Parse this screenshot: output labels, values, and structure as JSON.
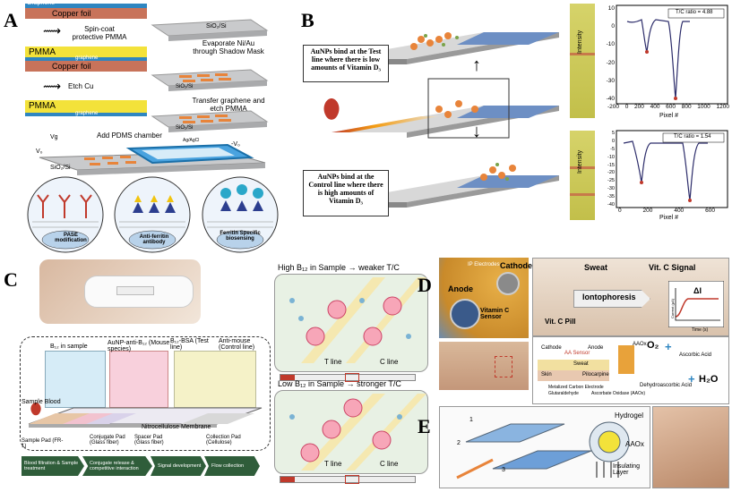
{
  "panels": {
    "A": {
      "letter": "A",
      "layers": {
        "graphene_top": "Graphene",
        "copper_foil_1": "Copper foil",
        "pmma_1": "PMMA",
        "graphene_mid": "graphene",
        "copper_foil_2": "Copper foil",
        "pmma_2": "PMMA",
        "graphene_bottom": "graphene",
        "sio2_a": "SiO₂/Si",
        "sio2_b": "SiO₂/Si",
        "sio2_c": "SiO₂/Si",
        "sio2_d": "SiO₂/Si"
      },
      "steps": {
        "spin_coat": "Spin-coat protective PMMA",
        "etch_cu": "Etch Cu",
        "evaporate": "Evaporate Ni/Au through Shadow Mask",
        "transfer": "Transfer graphene and etch PMMA",
        "pdms": "Add PDMS chamber",
        "vg": "Vg",
        "vminus": "-V₀",
        "vplus": "V₀",
        "agcl": "Ag/AgCl"
      },
      "circles": [
        "PASE modification",
        "Anti-ferritin antibody",
        "Ferritin Specific biosensing"
      ]
    },
    "B": {
      "letter": "B",
      "text_low": "AuNPs bind at the Test line where there is low amounts of Vitamin D₃",
      "text_high": "AuNPs bind at the Control line where there is high amounts of Vitamin D₃",
      "plot1": {
        "legend": "T/C ratio = 4.88",
        "ylabel": "Intensity",
        "xlabel": "Pixel #",
        "yticks": [
          "10",
          "0",
          "-10",
          "-20",
          "-30",
          "-40"
        ],
        "xticks": [
          "-200",
          "0",
          "200",
          "400",
          "600",
          "800",
          "1000",
          "1200"
        ]
      },
      "plot2": {
        "legend": "T/C ratio = 1.54",
        "ylabel": "Intensity",
        "xlabel": "Pixel #",
        "yticks": [
          "5",
          "0",
          "-5",
          "-10",
          "-15",
          "-20",
          "-25",
          "-30",
          "-35",
          "-40"
        ],
        "xticks": [
          "0",
          "200",
          "400",
          "600"
        ]
      }
    },
    "C": {
      "letter": "C",
      "labels": {
        "b12_sample": "B₁₂ in sample",
        "aunp_anti": "AuNP-anti-B₁₂ (Mouse species)",
        "b12_bsa": "B₁₂-BSA (Test line)",
        "anti_mouse": "Anti-mouse (Control line)",
        "sample_blood": "Sample Blood",
        "nitro": "Nitrocellulose Membrane",
        "sample_pad": "Sample Pad (FR-1)",
        "conjugate_pad": "Conjugate Pad (Glass fiber)",
        "spacer_pad": "Spacer Pad (Glass fiber)",
        "collection_pad": "Collection Pad (Cellulose)"
      },
      "steps": [
        "Blood filtration & Sample treatment",
        "Conjugate release & competitive interaction",
        "Signal development",
        "Flow collection"
      ],
      "high_title": "High B₁₂ in Sample → weaker T/C",
      "low_title": "Low B₁₂ in Sample → stronger T/C",
      "t_line": "T line",
      "c_line": "C line"
    },
    "D": {
      "letter": "D",
      "labels": {
        "ip_electrodes": "IP Electrodes",
        "cathode": "Cathode",
        "anode": "Anode",
        "vitc_sensor": "Vitamin C Sensor",
        "sweat": "Sweat",
        "vitc_signal": "Vit. C Signal",
        "iontophoresis": "Iontophoresis",
        "vitc_pill": "Vit. C Pill",
        "delta_i": "ΔI",
        "current_axis": "Current (µA)",
        "time_axis": "Time (s)",
        "cathode_small": "Cathode",
        "aa_sensor": "AA Sensor",
        "anode_small": "Anode",
        "sweat_small": "Sweat",
        "skin": "Skin",
        "pilocarpine": "Pilocarpine",
        "aaox": "AAOx",
        "ascorbic": "Ascorbic Acid",
        "dehydro": "Dehydroascorbic Acid",
        "o2": "O₂",
        "h2o": "H₂O",
        "plus1": "+",
        "plus2": "+",
        "legend1": "Metalized Carbon Electrode",
        "legend2": "Glutaraldehyde",
        "legend3": "Ascorbate Oxidase (AAOx)"
      }
    },
    "E": {
      "letter": "E",
      "labels": {
        "hydrogel": "Hydrogel",
        "aaox": "AAOx",
        "insulating": "Insulating Layer",
        "n1": "1",
        "n2": "2",
        "n3": "3"
      }
    }
  },
  "colors": {
    "copper": "#c8735a",
    "pmma": "#f3e23a",
    "graphene": "#2e86c1",
    "sio2": "#c9cacc",
    "strip_blue": "#6d8fc4",
    "green_step": "#2f5d3a",
    "pink": "#e8a0b4"
  }
}
